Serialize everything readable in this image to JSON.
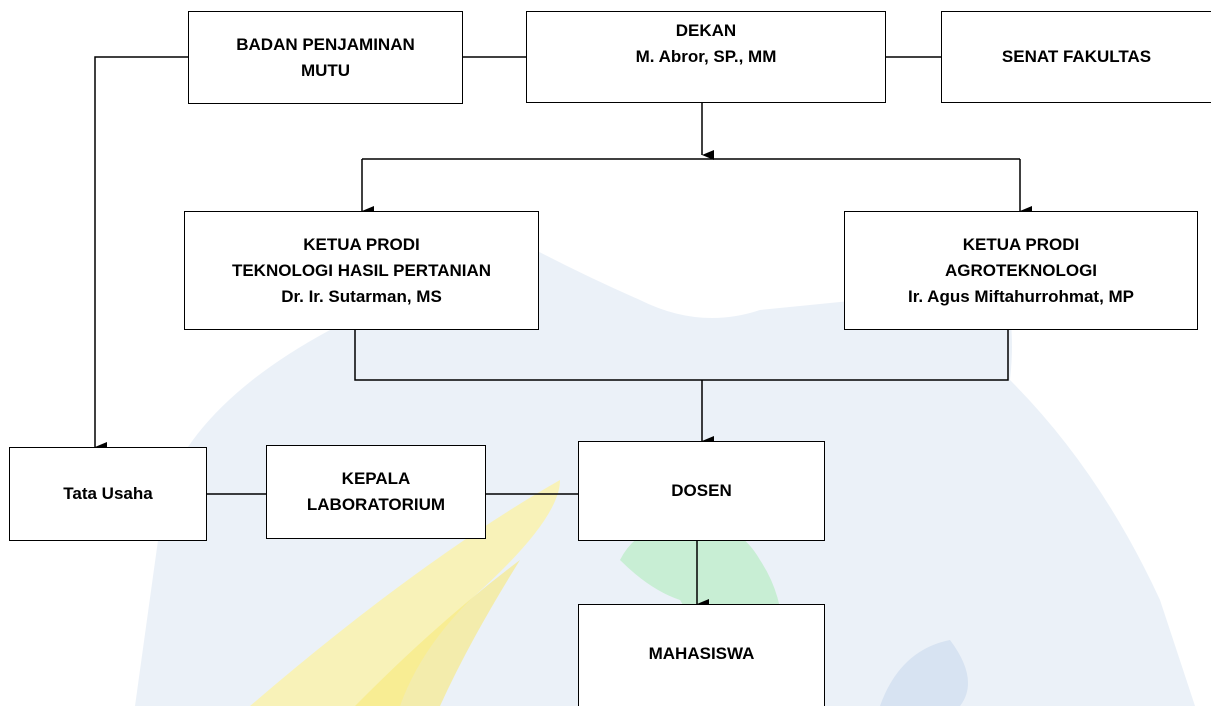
{
  "diagram": {
    "dekan": {
      "line1": "DEKAN",
      "line2": "M. Abror, SP., MM"
    },
    "badan_penjaminan_mutu": {
      "line1": "BADAN PENJAMINAN",
      "line2": "MUTU"
    },
    "senat_fakultas": {
      "label": "SENAT FAKULTAS"
    },
    "prodi_thp": {
      "line1": "KETUA PRODI",
      "line2": "TEKNOLOGI HASIL PERTANIAN",
      "line3": "Dr. Ir. Sutarman, MS"
    },
    "prodi_agro": {
      "line1": "KETUA PRODI",
      "line2": "AGROTEKNOLOGI",
      "line3": "Ir.  Agus Miftahurrohmat, MP"
    },
    "tata_usaha": {
      "label": "Tata Usaha"
    },
    "kepala_lab": {
      "line1": "KEPALA",
      "line2": "LABORATORIUM"
    },
    "dosen": {
      "label": "DOSEN"
    },
    "mahasiswa": {
      "label": "MAHASISWA"
    }
  },
  "colors": {
    "line": "#000000",
    "box_border": "#000000",
    "watermark_blue": "#dbe6f3",
    "watermark_yellow": "#fbf3a8",
    "watermark_green": "#b9edc4"
  }
}
